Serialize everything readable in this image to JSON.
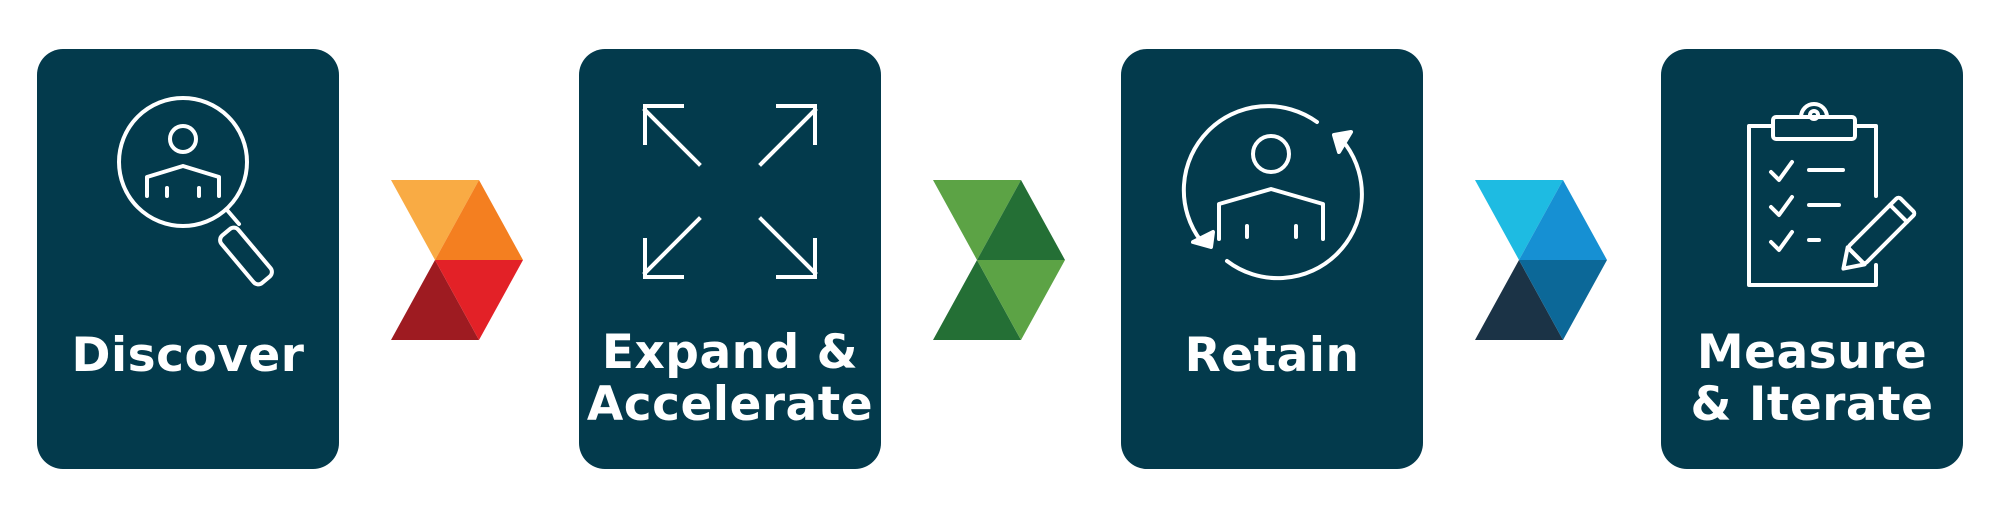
{
  "steps": [
    {
      "label_lines": [
        "Discover"
      ],
      "icon": "search-person-icon"
    },
    {
      "label_lines": [
        "Expand &",
        "Accelerate"
      ],
      "icon": "expand-arrows-icon"
    },
    {
      "label_lines": [
        "Retain"
      ],
      "icon": "retain-cycle-icon"
    },
    {
      "label_lines": [
        "Measure",
        "& Iterate"
      ],
      "icon": "clipboard-checklist-icon"
    }
  ],
  "colors": {
    "card_background": "#033a4c",
    "text": "#ffffff",
    "arrow_1": [
      "#f9ab44",
      "#f47f20",
      "#9e1b21",
      "#e32127"
    ],
    "arrow_2": [
      "#5ca345",
      "#246f35",
      "#246f35",
      "#5ca345"
    ],
    "arrow_3": [
      "#1ebbe2",
      "#1690d3",
      "#1b3346",
      "#0c6898"
    ]
  }
}
